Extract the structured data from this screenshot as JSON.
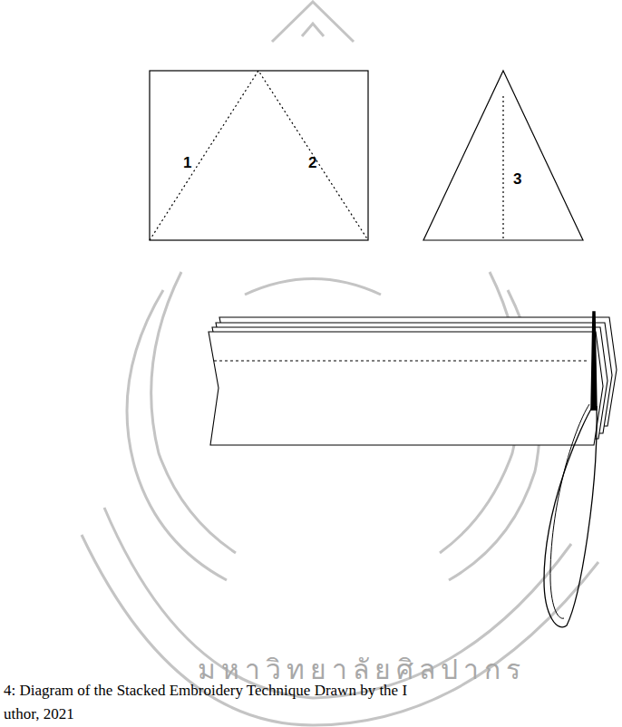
{
  "diagram": {
    "labels": [
      "1",
      "2",
      "3",
      "4: Diagram of the Stacked Embroidery Technique Drawn by the I",
      "uthor, 2021",
      "มหาวิทยาลัยศิลปากร"
    ]
  }
}
